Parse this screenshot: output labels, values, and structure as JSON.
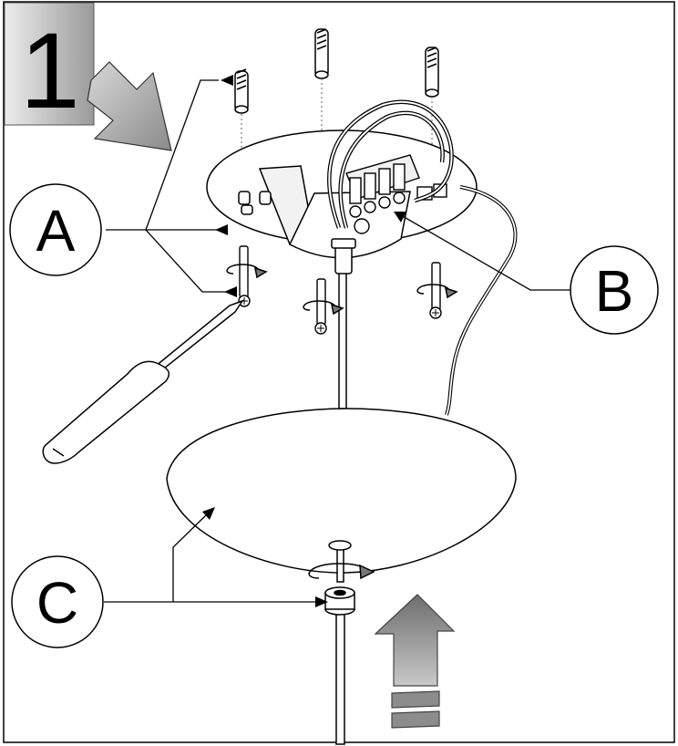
{
  "step": {
    "number": "1"
  },
  "callouts": [
    {
      "id": "A",
      "label": "A"
    },
    {
      "id": "B",
      "label": "B"
    },
    {
      "id": "C",
      "label": "C"
    }
  ],
  "icons": [
    "step-arrow-icon",
    "rotate-arrow-icon",
    "screwdriver-icon",
    "up-arrow-icon"
  ],
  "colors": {
    "line": "#000000",
    "gray_light": "#e6e6e6",
    "gray_dark": "#8c8c8c"
  }
}
